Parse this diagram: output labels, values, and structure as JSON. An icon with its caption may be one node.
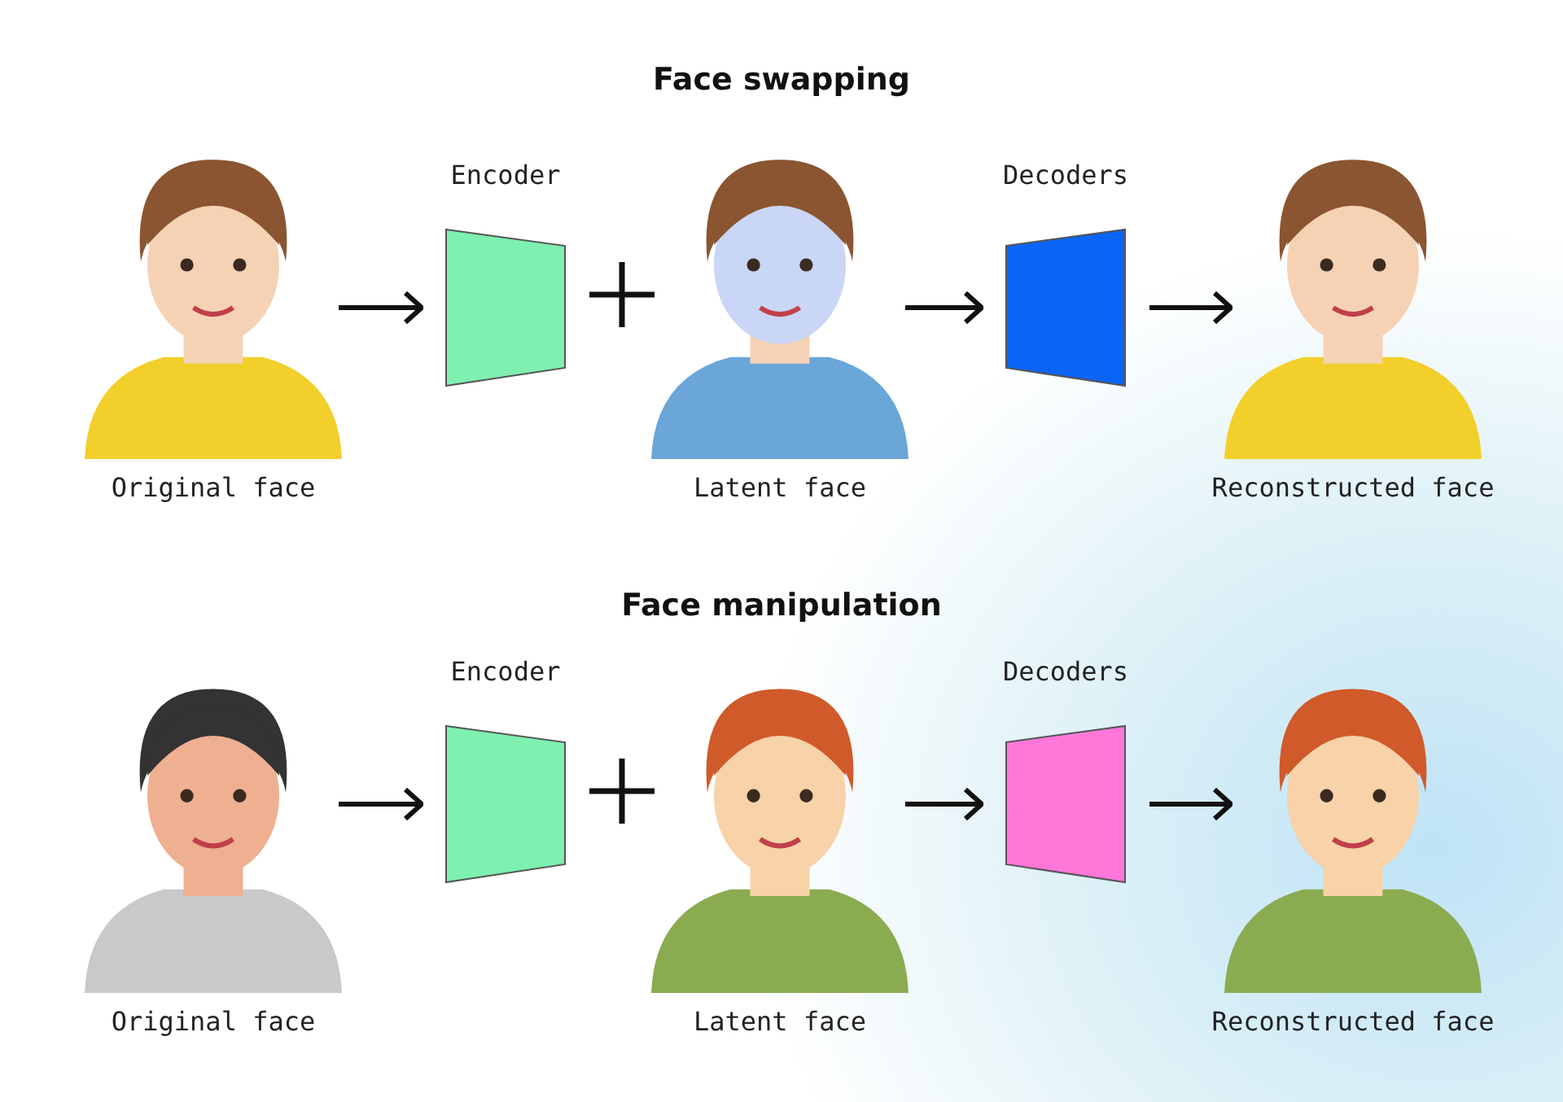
{
  "diagram": {
    "nodes": [
      {
        "text": [],
        "shape": "picture",
        "beside": [
          "Original face"
        ]
      },
      {
        "text": [],
        "shape": "trapezoid",
        "beside": [
          "Encoder"
        ]
      },
      {
        "text": [],
        "shape": "picture",
        "beside": [
          "Latent face"
        ]
      },
      {
        "text": [],
        "shape": "trapezoid",
        "beside": [
          "Decoders"
        ]
      },
      {
        "text": [],
        "shape": "picture",
        "beside": [
          "Reconstructed face"
        ]
      },
      {
        "text": [],
        "shape": "picture",
        "beside": [
          "Original face"
        ]
      },
      {
        "text": [],
        "shape": "trapezoid",
        "beside": [
          "Encoder"
        ]
      },
      {
        "text": [],
        "shape": "picture",
        "beside": [
          "Latent face"
        ]
      },
      {
        "text": [],
        "shape": "trapezoid",
        "beside": [
          "Decoders"
        ]
      },
      {
        "text": [],
        "shape": "picture",
        "beside": [
          "Reconstructed face"
        ]
      }
    ],
    "edges": [
      {
        "from": 0,
        "to": 1,
        "arrow": "to"
      },
      {
        "from": 2,
        "to": 3,
        "arrow": "to"
      },
      {
        "from": 3,
        "to": 4,
        "arrow": "to"
      },
      {
        "from": 5,
        "to": 6,
        "arrow": "to"
      },
      {
        "from": 7,
        "to": 8,
        "arrow": "to"
      },
      {
        "from": 8,
        "to": 9,
        "arrow": "to"
      }
    ],
    "labels": [
      "Face swapping",
      "Face manipulation"
    ]
  }
}
